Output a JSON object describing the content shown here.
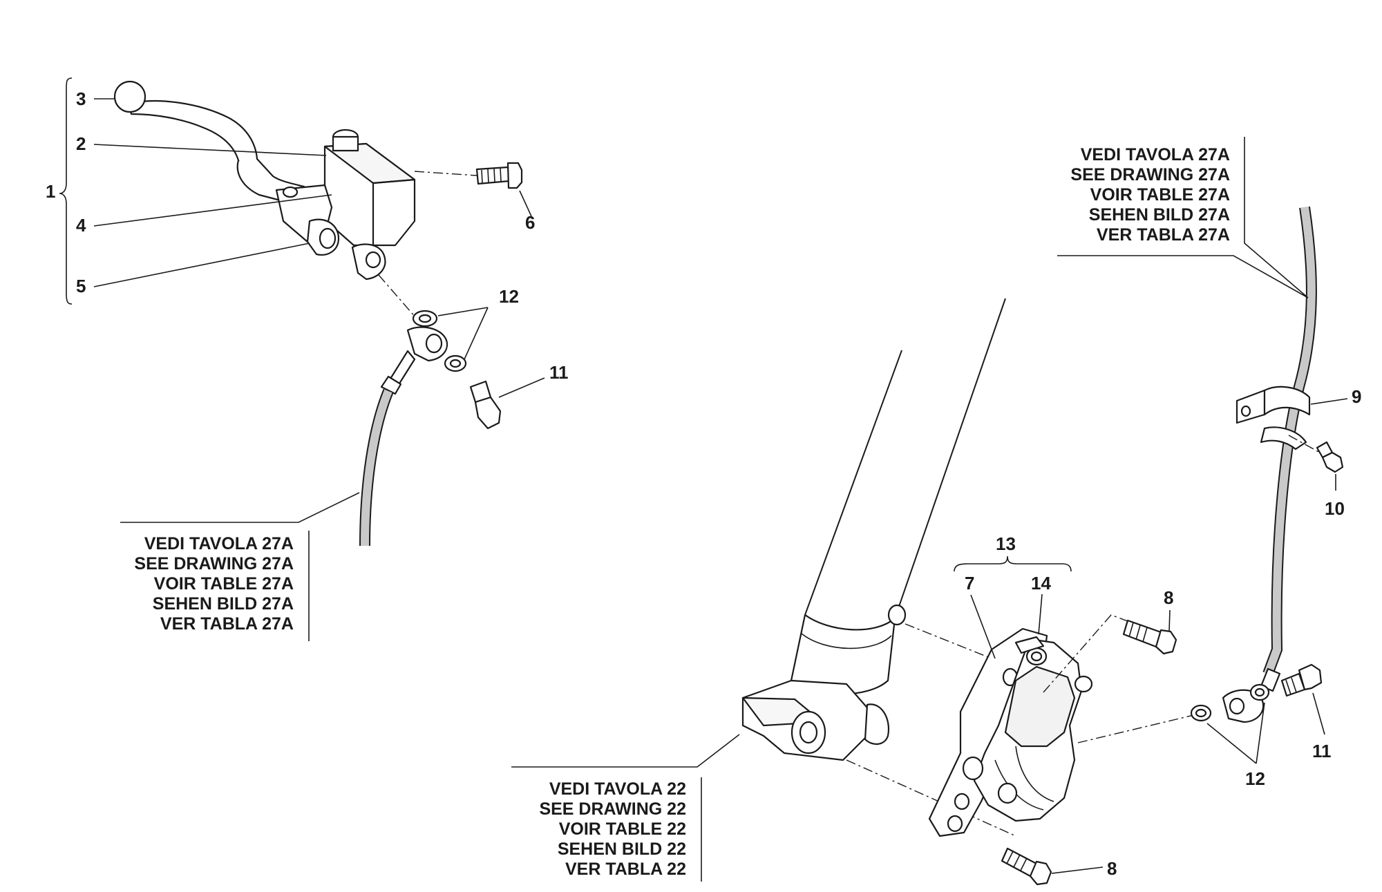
{
  "diagram": {
    "callouts": {
      "c1": "1",
      "c2": "2",
      "c3": "3",
      "c4": "4",
      "c5": "5",
      "c6": "6",
      "c7": "7",
      "c8a": "8",
      "c8b": "8",
      "c9": "9",
      "c10": "10",
      "c11a": "11",
      "c11b": "11",
      "c12a": "12",
      "c12b": "12",
      "c13": "13",
      "c14": "14"
    },
    "ref_top_right": [
      "VEDI TAVOLA 27A",
      "SEE DRAWING 27A",
      "VOIR TABLE 27A",
      "SEHEN BILD 27A",
      "VER TABLA 27A"
    ],
    "ref_left": [
      "VEDI TAVOLA 27A",
      "SEE DRAWING 27A",
      "VOIR TABLE 27A",
      "SEHEN BILD 27A",
      "VER TABLA 27A"
    ],
    "ref_bottom": [
      "VEDI TAVOLA 22",
      "SEE DRAWING 22",
      "VOIR TABLE 22",
      "SEHEN BILD 22",
      "VER TABLA 22"
    ]
  }
}
